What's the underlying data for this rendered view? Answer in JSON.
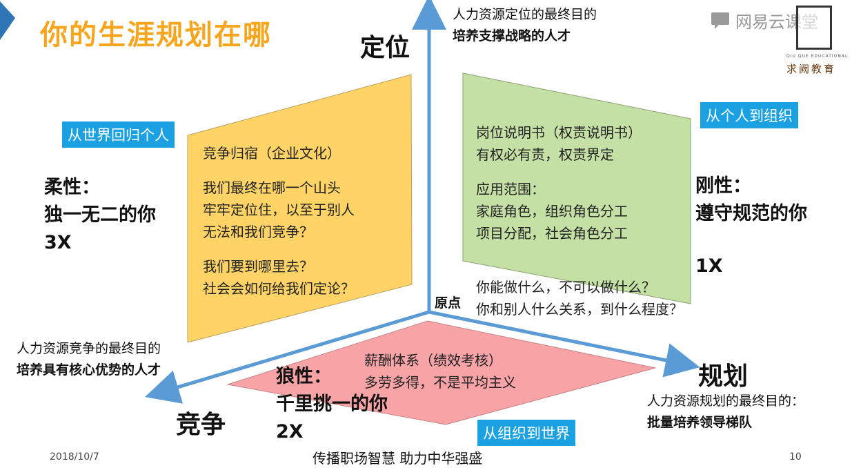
{
  "title": "你的生涯规划在哪",
  "axes": {
    "up": "定位",
    "right": "规划",
    "left": "竞争",
    "origin": "原点"
  },
  "axis_notes": {
    "up": [
      "人力资源定位的最终目的",
      "培养支撑战略的人才"
    ],
    "right": [
      "人力资源规划的最终目的：",
      "批量培养领导梯队"
    ],
    "left": [
      "人力资源竞争的最终目的",
      "培养具有核心优势的人才"
    ]
  },
  "yellow_panel": {
    "lines": [
      "竞争归宿（企业文化）",
      "",
      "我们最终在哪一个山头",
      "牢牢定位住，以至于别人",
      "无法和我们竞争？",
      "",
      "我们要到哪里去？",
      "社会会如何给我们定论？"
    ],
    "color": "#FFD366"
  },
  "green_panel": {
    "lines": [
      "岗位说明书（权责说明书）",
      "有权必有责，权责界定",
      "",
      "应用范围：",
      "家庭角色，组织角色分工",
      "项目分配，社会角色分工"
    ],
    "color": "#C5E0A5"
  },
  "green_extra": [
    "你能做什么，不可以做什么？",
    "你和别人什么关系，到什么程度？"
  ],
  "pink_panel": {
    "lines": [
      "薪酬体系（绩效考核）",
      "多劳多得，不是平均主义"
    ],
    "color": "#F8A4A7"
  },
  "traits": {
    "soft": [
      "柔性：",
      "独一无二的你",
      "3X"
    ],
    "rigid": [
      "刚性：",
      "遵守规范的你",
      "",
      "1X"
    ],
    "wolf": [
      "狼性：",
      "千里挑一的你",
      "2X"
    ]
  },
  "badges": {
    "world_to_person": "从世界回归个人",
    "person_to_org": "从个人到组织",
    "org_to_world": "从组织到世界"
  },
  "footer": {
    "date": "2018/10/7",
    "slogan": "传播职场智慧  助力中华强盛",
    "page": "10"
  },
  "logo": {
    "netease": "网易云课堂",
    "caption": "QIU QUE EDUCATIONAL",
    "name": "求阙教育"
  },
  "colors": {
    "title": "#F7A51C",
    "axis": "#5B9BD5",
    "badge": "#1BA1E2"
  }
}
